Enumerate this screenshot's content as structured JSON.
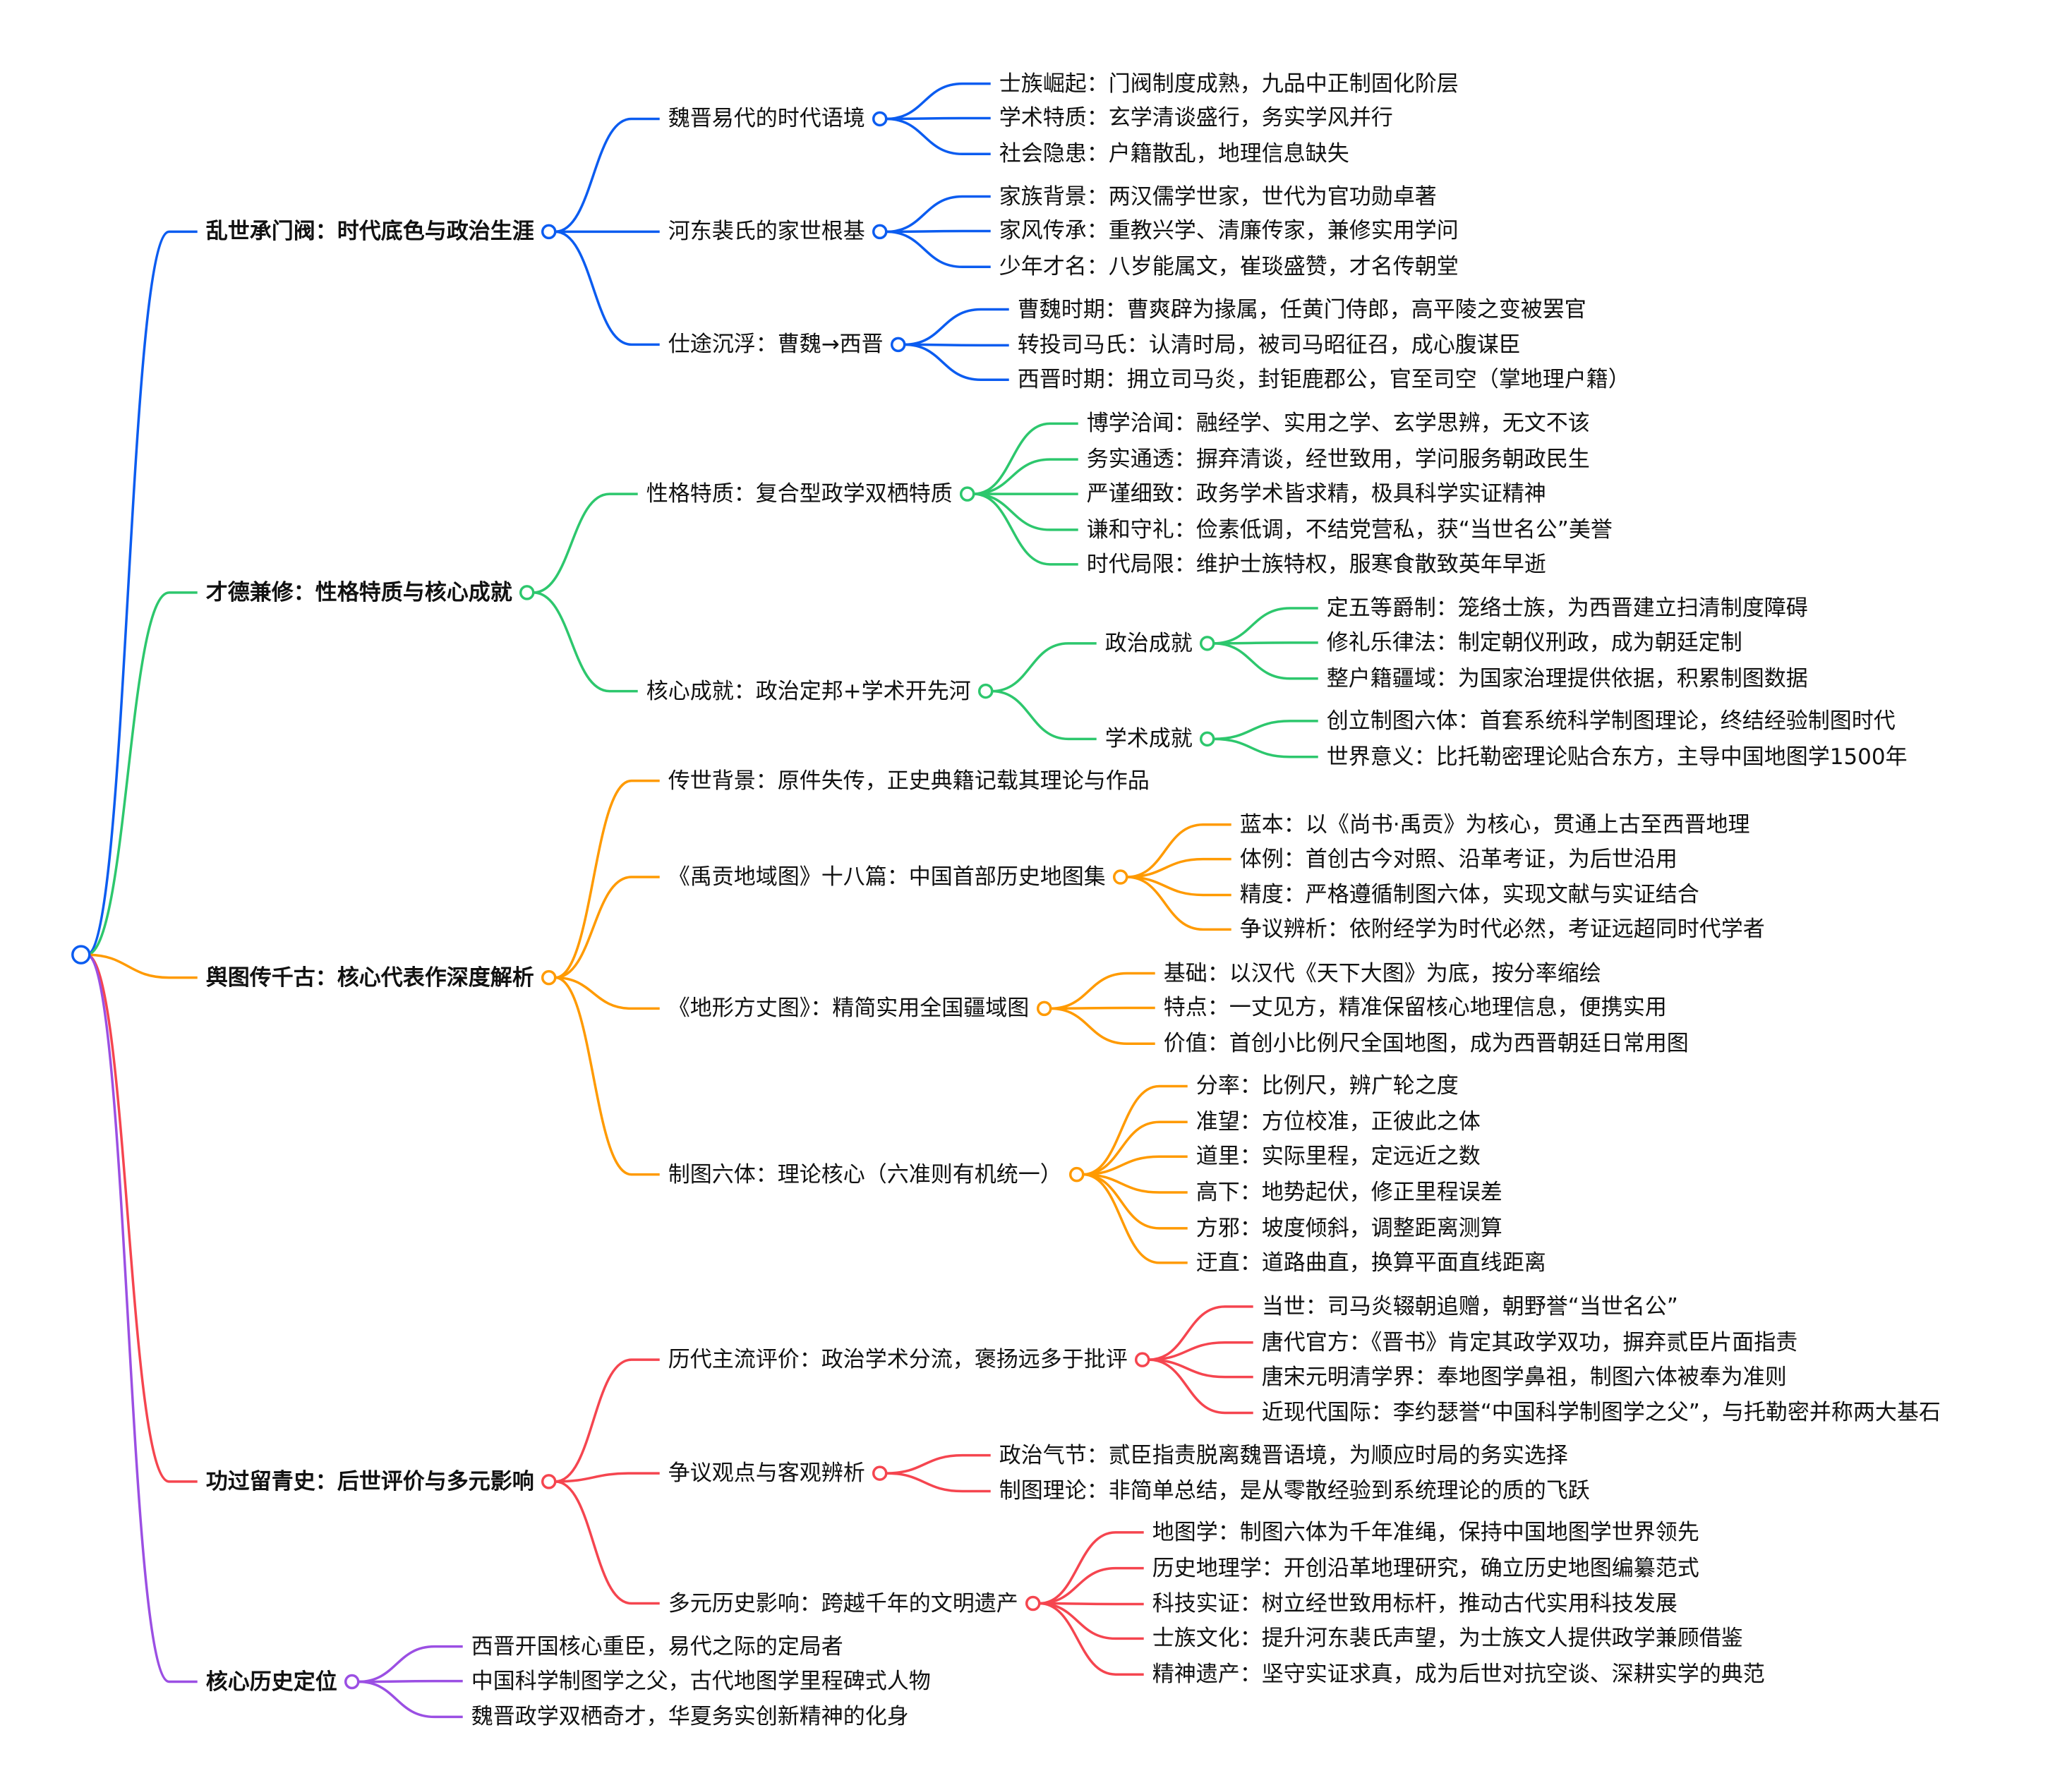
{
  "tree": {
    "children": [
      {
        "text": "乱世承门阀：时代底色与政治生涯",
        "color": "#0b5cf0",
        "children": [
          {
            "text": "魏晋易代的时代语境",
            "children": [
              {
                "text": "士族崛起：门阀制度成熟，九品中正制固化阶层"
              },
              {
                "text": "学术特质：玄学清谈盛行，务实学风并行"
              },
              {
                "text": "社会隐患：户籍散乱，地理信息缺失"
              }
            ]
          },
          {
            "text": "河东裴氏的家世根基",
            "children": [
              {
                "text": "家族背景：两汉儒学世家，世代为官功勋卓著"
              },
              {
                "text": "家风传承：重教兴学、清廉传家，兼修实用学问"
              },
              {
                "text": "少年才名：八岁能属文，崔琰盛赞，才名传朝堂"
              }
            ]
          },
          {
            "text": "仕途沉浮：曹魏→西晋",
            "children": [
              {
                "text": "曹魏时期：曹爽辟为掾属，任黄门侍郎，高平陵之变被罢官"
              },
              {
                "text": "转投司马氏：认清时局，被司马昭征召，成心腹谋臣"
              },
              {
                "text": "西晋时期：拥立司马炎，封钜鹿郡公，官至司空（掌地理户籍）"
              }
            ]
          }
        ]
      },
      {
        "text": "才德兼修：性格特质与核心成就",
        "color": "#2dc76d",
        "children": [
          {
            "text": "性格特质：复合型政学双栖特质",
            "children": [
              {
                "text": "博学洽闻：融经学、实用之学、玄学思辨，无文不该"
              },
              {
                "text": "务实通透：摒弃清谈，经世致用，学问服务朝政民生"
              },
              {
                "text": "严谨细致：政务学术皆求精，极具科学实证精神"
              },
              {
                "text": "谦和守礼：俭素低调，不结党营私，获“当世名公”美誉"
              },
              {
                "text": "时代局限：维护士族特权，服寒食散致英年早逝"
              }
            ]
          },
          {
            "text": "核心成就：政治定邦+学术开先河",
            "children": [
              {
                "text": "政治成就",
                "children": [
                  {
                    "text": "定五等爵制：笼络士族，为西晋建立扫清制度障碍"
                  },
                  {
                    "text": "修礼乐律法：制定朝仪刑政，成为朝廷定制"
                  },
                  {
                    "text": "整户籍疆域：为国家治理提供依据，积累制图数据"
                  }
                ]
              },
              {
                "text": "学术成就",
                "children": [
                  {
                    "text": "创立制图六体：首套系统科学制图理论，终结经验制图时代"
                  },
                  {
                    "text": "世界意义：比托勒密理论贴合东方，主导中国地图学1500年"
                  }
                ]
              }
            ]
          }
        ]
      },
      {
        "text": "舆图传千古：核心代表作深度解析",
        "color": "#ff9a00",
        "children": [
          {
            "text": "传世背景：原件失传，正史典籍记载其理论与作品"
          },
          {
            "text": "《禹贡地域图》十八篇：中国首部历史地图集",
            "children": [
              {
                "text": "蓝本：以《尚书·禹贡》为核心，贯通上古至西晋地理"
              },
              {
                "text": "体例：首创古今对照、沿革考证，为后世沿用"
              },
              {
                "text": "精度：严格遵循制图六体，实现文献与实证结合"
              },
              {
                "text": "争议辨析：依附经学为时代必然，考证远超同时代学者"
              }
            ]
          },
          {
            "text": "《地形方丈图》：精简实用全国疆域图",
            "children": [
              {
                "text": "基础：以汉代《天下大图》为底，按分率缩绘"
              },
              {
                "text": "特点：一丈见方，精准保留核心地理信息，便携实用"
              },
              {
                "text": "价值：首创小比例尺全国地图，成为西晋朝廷日常用图"
              }
            ]
          },
          {
            "text": "制图六体：理论核心（六准则有机统一）",
            "children": [
              {
                "text": "分率：比例尺，辨广轮之度"
              },
              {
                "text": "准望：方位校准，正彼此之体"
              },
              {
                "text": "道里：实际里程，定远近之数"
              },
              {
                "text": "高下：地势起伏，修正里程误差"
              },
              {
                "text": "方邪：坡度倾斜，调整距离测算"
              },
              {
                "text": "迂直：道路曲直，换算平面直线距离"
              }
            ]
          }
        ]
      },
      {
        "text": "功过留青史：后世评价与多元影响",
        "color": "#f5454f",
        "children": [
          {
            "text": "历代主流评价：政治学术分流，褒扬远多于批评",
            "children": [
              {
                "text": "当世：司马炎辍朝追赠，朝野誉“当世名公”"
              },
              {
                "text": "唐代官方：《晋书》肯定其政学双功，摒弃贰臣片面指责"
              },
              {
                "text": "唐宋元明清学界：奉地图学鼻祖，制图六体被奉为准则"
              },
              {
                "text": "近现代国际：李约瑟誉“中国科学制图学之父”，与托勒密并称两大基石"
              }
            ]
          },
          {
            "text": "争议观点与客观辨析",
            "children": [
              {
                "text": "政治气节：贰臣指责脱离魏晋语境，为顺应时局的务实选择"
              },
              {
                "text": "制图理论：非简单总结，是从零散经验到系统理论的质的飞跃"
              }
            ]
          },
          {
            "text": "多元历史影响：跨越千年的文明遗产",
            "children": [
              {
                "text": "地图学：制图六体为千年准绳，保持中国地图学世界领先"
              },
              {
                "text": "历史地理学：开创沿革地理研究，确立历史地图编纂范式"
              },
              {
                "text": "科技实证：树立经世致用标杆，推动古代实用科技发展"
              },
              {
                "text": "士族文化：提升河东裴氏声望，为士族文人提供政学兼顾借鉴"
              },
              {
                "text": "精神遗产：坚守实证求真，成为后世对抗空谈、深耕实学的典范"
              }
            ]
          }
        ]
      },
      {
        "text": "核心历史定位",
        "color": "#9b4fe3",
        "children": [
          {
            "text": "西晋开国核心重臣，易代之际的定局者"
          },
          {
            "text": "中国科学制图学之父，古代地图学里程碑式人物"
          },
          {
            "text": "魏晋政学双栖奇才，华夏务实创新精神的化身"
          }
        ]
      }
    ]
  }
}
